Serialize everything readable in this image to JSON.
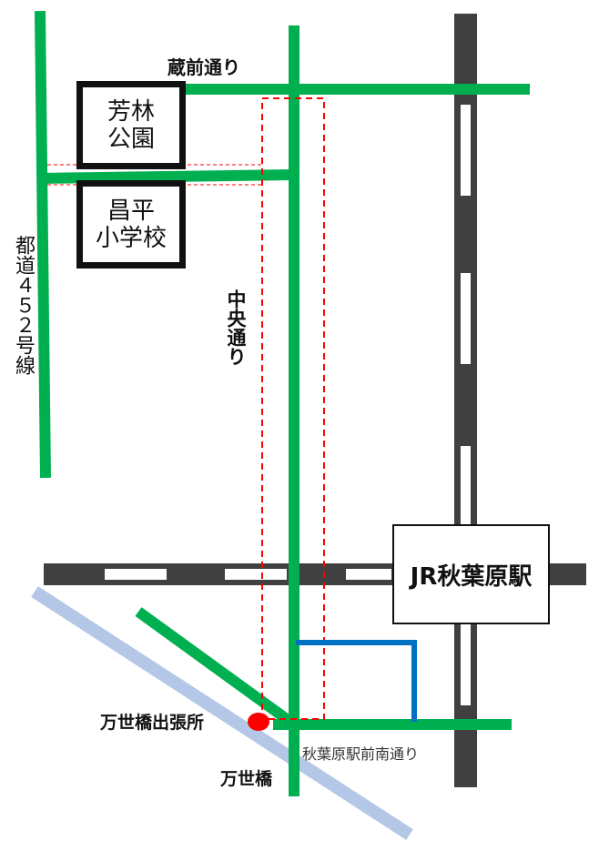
{
  "roads": {
    "kuramae": "蔵前通り",
    "chuo": "中央通り",
    "route452": "都道４５２号線",
    "akihabara_minami": "秋葉原駅前南通り"
  },
  "landmarks": {
    "park": "芳林\n公園",
    "school": "昌平\n小学校",
    "station": "JR秋葉原駅",
    "office": "万世橋出張所",
    "bridge": "万世橋"
  },
  "colors": {
    "road": "#00b050",
    "rail": "#404040",
    "river": "#b4c7e7",
    "route": "#0070c0",
    "dashed": "#ff0000",
    "marker": "#ff0000"
  }
}
